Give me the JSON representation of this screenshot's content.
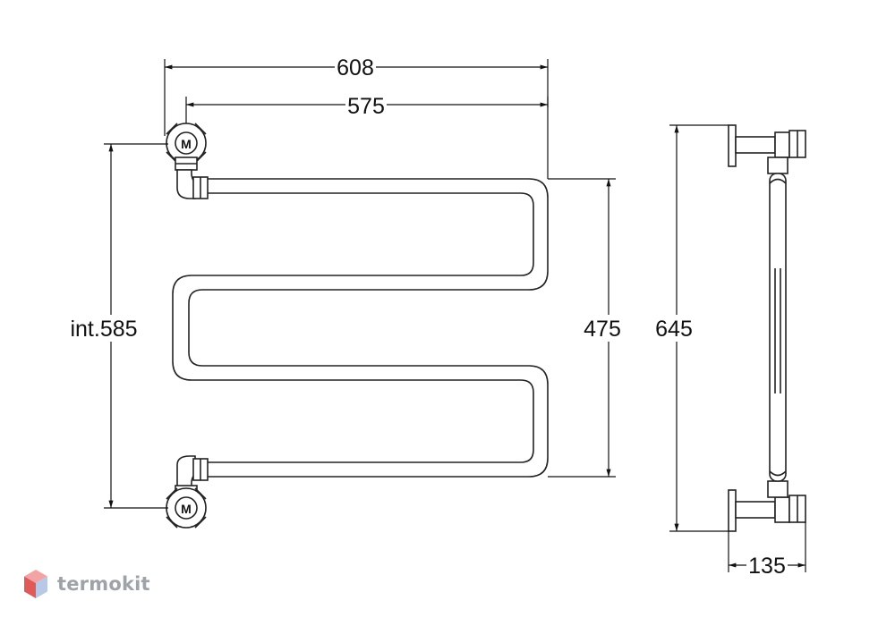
{
  "dimensions": {
    "overall_width": "608",
    "connection_spacing_horizontal": "575",
    "connection_spacing_vertical": "int.585",
    "pipe_height": "475",
    "overall_height": "645",
    "wall_projection": "135"
  },
  "valve_marking": "M",
  "brand": {
    "name": "termokit",
    "colors": {
      "text": "#9ea3a8",
      "logo_top": "#f2a3a3",
      "logo_left": "#e05a5a",
      "logo_right": "#b9c8e6"
    }
  }
}
